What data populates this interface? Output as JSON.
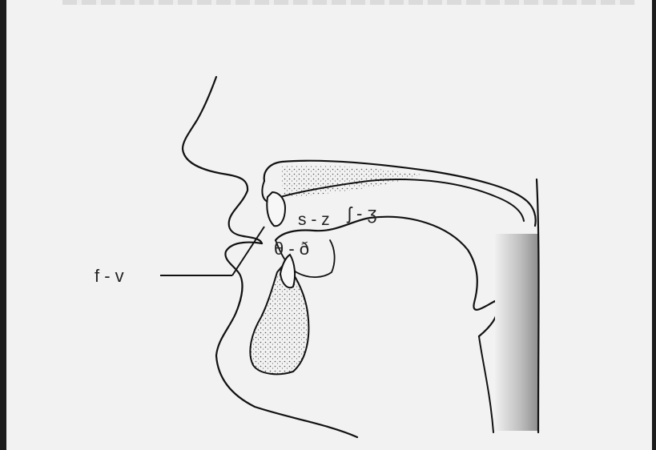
{
  "diagram": {
    "labels": {
      "fv": "f - v",
      "sz": "s - z",
      "shzh": "ʃ - ʒ",
      "theta_eth": "θ - ð"
    }
  }
}
